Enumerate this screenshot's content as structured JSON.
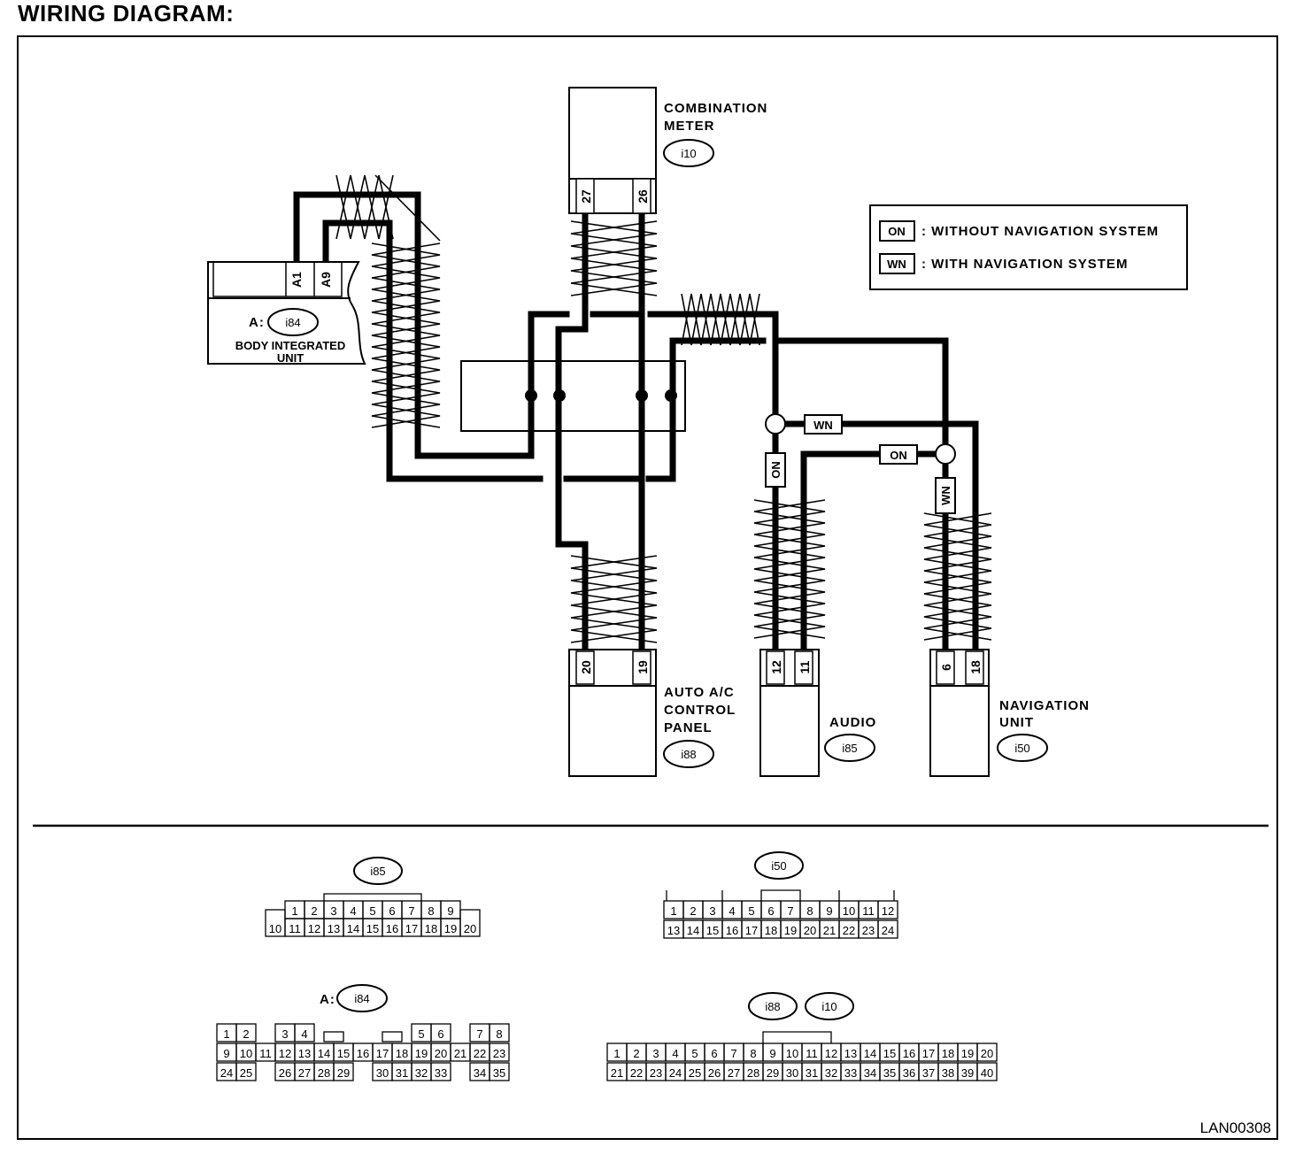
{
  "title": "WIRING DIAGRAM:",
  "legend": [
    {
      "code": "ON",
      "text": ": WITHOUT NAVIGATION SYSTEM"
    },
    {
      "code": "WN",
      "text": ": WITH NAVIGATION SYSTEM"
    }
  ],
  "components": {
    "combination_meter": {
      "name_line1": "COMBINATION",
      "name_line2": "METER",
      "connector": "i10",
      "pin_a": "27",
      "pin_b": "26"
    },
    "body_integrated_unit": {
      "prefix": "A:",
      "connector": "i84",
      "name_line1": "BODY INTEGRATED",
      "name_line2": "UNIT",
      "pin_a": "A1",
      "pin_b": "A9"
    },
    "auto_ac": {
      "name_line1": "AUTO A/C",
      "name_line2": "CONTROL",
      "name_line3": "PANEL",
      "connector": "i88",
      "pin_a": "20",
      "pin_b": "19"
    },
    "audio": {
      "name": "AUDIO",
      "connector": "i85",
      "pin_a": "12",
      "pin_b": "11"
    },
    "navigation": {
      "name_line1": "NAVIGATION",
      "name_line2": "UNIT",
      "connector": "i50",
      "pin_a": "6",
      "pin_b": "18"
    }
  },
  "wire_tags": {
    "wn_horizontal": "WN",
    "on_horizontal": "ON",
    "on_vertical": "ON",
    "wn_vertical": "WN"
  },
  "connector_faces": {
    "i85": {
      "label": "i85",
      "top": [
        "1",
        "2",
        "3",
        "4",
        "5",
        "6",
        "7",
        "8",
        "9"
      ],
      "bottom": [
        "11",
        "12",
        "13",
        "14",
        "15",
        "16",
        "17",
        "18",
        "19"
      ],
      "left": "10",
      "right": "20"
    },
    "i50": {
      "label": "i50",
      "top": [
        "1",
        "2",
        "3",
        "4",
        "5",
        "6",
        "7",
        "8",
        "9",
        "10",
        "11",
        "12"
      ],
      "bottom": [
        "13",
        "14",
        "15",
        "16",
        "17",
        "18",
        "19",
        "20",
        "21",
        "22",
        "23",
        "24"
      ]
    },
    "i84": {
      "prefix": "A:",
      "label": "i84",
      "row1": [
        "1",
        "2",
        "",
        "",
        "3",
        "4",
        "",
        "",
        "",
        "",
        "",
        "5",
        "6",
        "",
        "7",
        "8"
      ],
      "row2": [
        "9",
        "10",
        "11",
        "12",
        "13",
        "14",
        "15",
        "16",
        "17",
        "18",
        "19",
        "20",
        "21",
        "22",
        "23"
      ],
      "row3": [
        "24",
        "25",
        "",
        "26",
        "27",
        "28",
        "29",
        "",
        "30",
        "31",
        "32",
        "33",
        "",
        "34",
        "35"
      ]
    },
    "i88_i10": {
      "labels": [
        "i88",
        "i10"
      ],
      "top": [
        "1",
        "2",
        "3",
        "4",
        "5",
        "6",
        "7",
        "8",
        "9",
        "10",
        "11",
        "12",
        "13",
        "14",
        "15",
        "16",
        "17",
        "18",
        "19",
        "20"
      ],
      "bottom": [
        "21",
        "22",
        "23",
        "24",
        "25",
        "26",
        "27",
        "28",
        "29",
        "30",
        "31",
        "32",
        "33",
        "34",
        "35",
        "36",
        "37",
        "38",
        "39",
        "40"
      ]
    }
  },
  "figure_code": "LAN00308"
}
